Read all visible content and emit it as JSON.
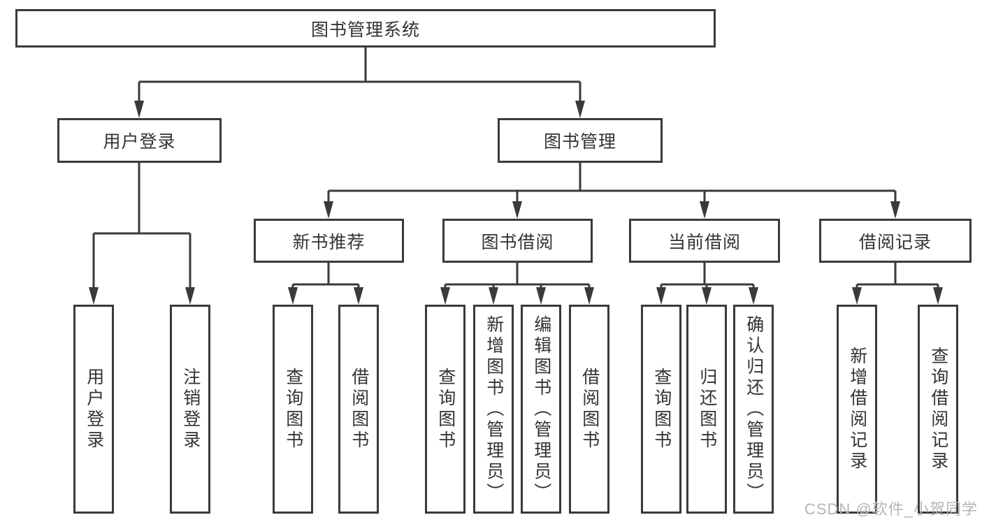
{
  "diagram_type": "hierarchy-chart",
  "colors": {
    "line": "#3a3a3a",
    "box_border": "#3a3a3a",
    "text": "#333333",
    "background": "#ffffff",
    "watermark": "#b4b4b4"
  },
  "tree": {
    "label": "图书管理系统",
    "children": [
      {
        "label": "用户登录",
        "children": [
          {
            "label": "用户登录"
          },
          {
            "label": "注销登录"
          }
        ]
      },
      {
        "label": "图书管理",
        "children": [
          {
            "label": "新书推荐",
            "children": [
              {
                "label": "查询图书"
              },
              {
                "label": "借阅图书"
              }
            ]
          },
          {
            "label": "图书借阅",
            "children": [
              {
                "label": "查询图书"
              },
              {
                "label": "新增图书（管理员）"
              },
              {
                "label": "编辑图书（管理员）"
              },
              {
                "label": "借阅图书"
              }
            ]
          },
          {
            "label": "当前借阅",
            "children": [
              {
                "label": "查询图书"
              },
              {
                "label": "归还图书"
              },
              {
                "label": "确认归还（管理员）"
              }
            ]
          },
          {
            "label": "借阅记录",
            "children": [
              {
                "label": "新增借阅记录"
              },
              {
                "label": "查询借阅记录"
              }
            ]
          }
        ]
      }
    ]
  },
  "watermark": {
    "text": "CSDN @软件_小贺同学"
  }
}
